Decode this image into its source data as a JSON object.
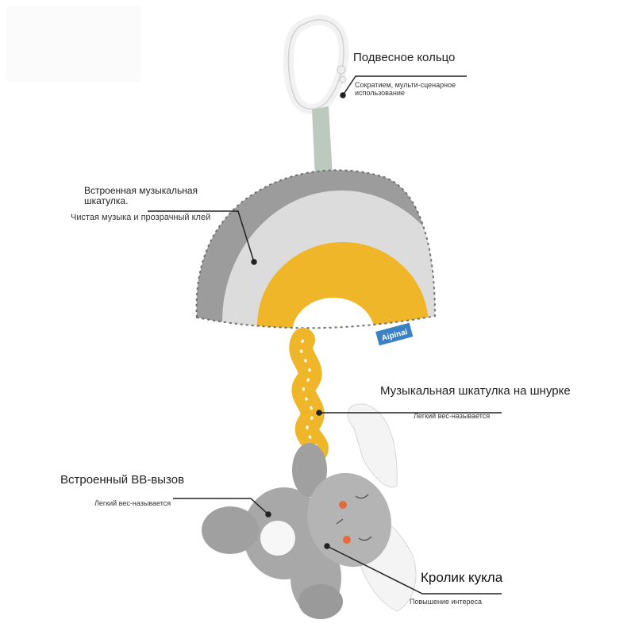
{
  "labels": {
    "ring": {
      "title": "Подвесное кольцо",
      "subtitle_line1": "Сократием, мульти-сценарное",
      "subtitle_line2": "использование"
    },
    "music_box": {
      "title_line1": "Встроенная музыкальная",
      "title_line2": "шкатулка.",
      "subtitle": "Чистая музыка и прозрачный клей"
    },
    "cord": {
      "title": "Музыкальная шкатулка на шнурке",
      "subtitle": "Легкий вес-называется"
    },
    "bb": {
      "title": "Встроенный BB-вызов",
      "subtitle": "Легкий вес-называется"
    },
    "bunny": {
      "title": "Кролик кукла",
      "subtitle": "Повышение интереса"
    }
  },
  "brand_tag": "Aipinai",
  "colors": {
    "rainbow_outer": "#9c9c9c",
    "rainbow_middle": "#dcdcdc",
    "rainbow_inner": "#f0b62a",
    "rainbow_center": "#ffffff",
    "cord": "#f0b62a",
    "bunny_body": "#a8a8a8",
    "bunny_ears": "#f4f4f4",
    "tag": "#3b82c4"
  }
}
